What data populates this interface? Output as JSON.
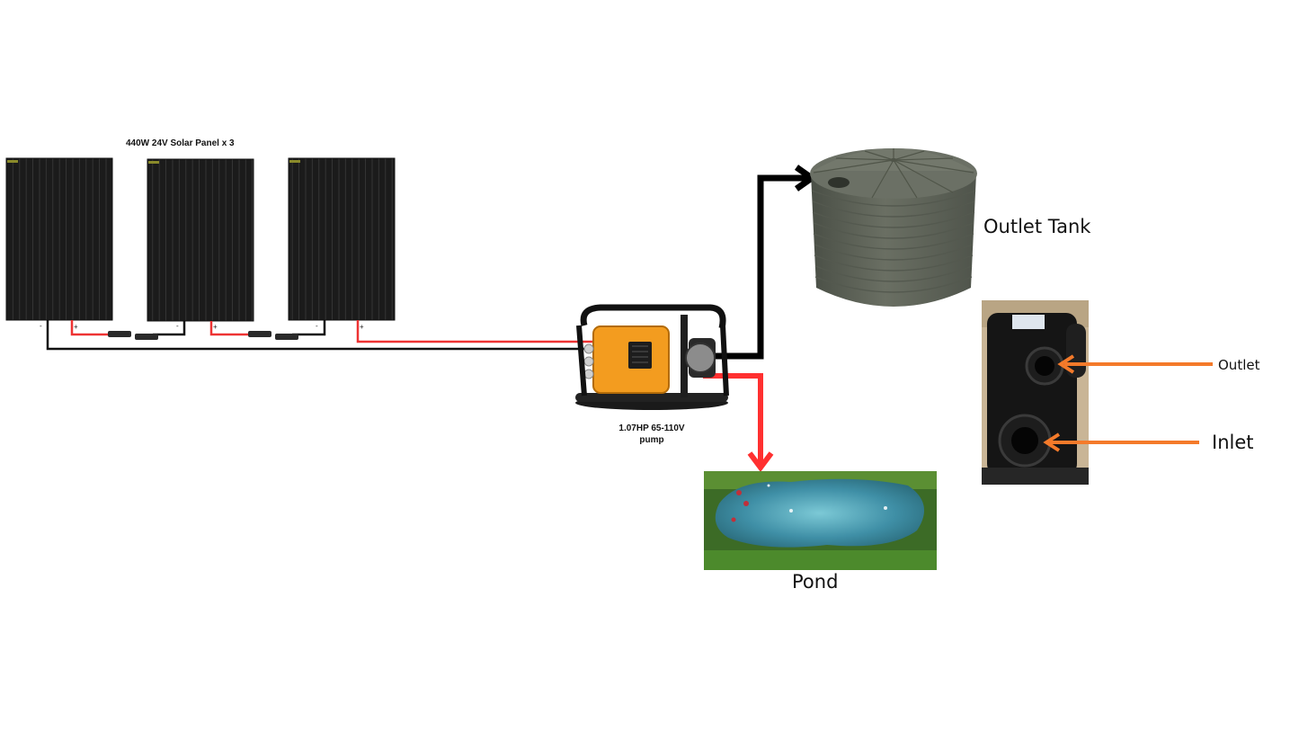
{
  "panels": {
    "title": "440W 24V Solar Panel x 3",
    "neg_sign": "-",
    "pos_sign": "+"
  },
  "pump": {
    "label_line1": "1.07HP 65-110V",
    "label_line2": "pump"
  },
  "tank": {
    "label": "Outlet Tank"
  },
  "pond": {
    "label": "Pond"
  },
  "pump_photo": {
    "outlet_label": "Outlet",
    "inlet_label": "Inlet"
  },
  "colors": {
    "positive_wire": "#ee3333",
    "negative_wire": "#111111",
    "outlet_pipe": "#000000",
    "pond_pipe": "#ff3030",
    "callout_arrow": "#f47a2a",
    "panel": "#1b1b1b",
    "pump_body": "#f39c1f",
    "tank": "#5e6358",
    "pond_water": "#3f8fa6",
    "pond_grass": "#4c8a2c"
  }
}
